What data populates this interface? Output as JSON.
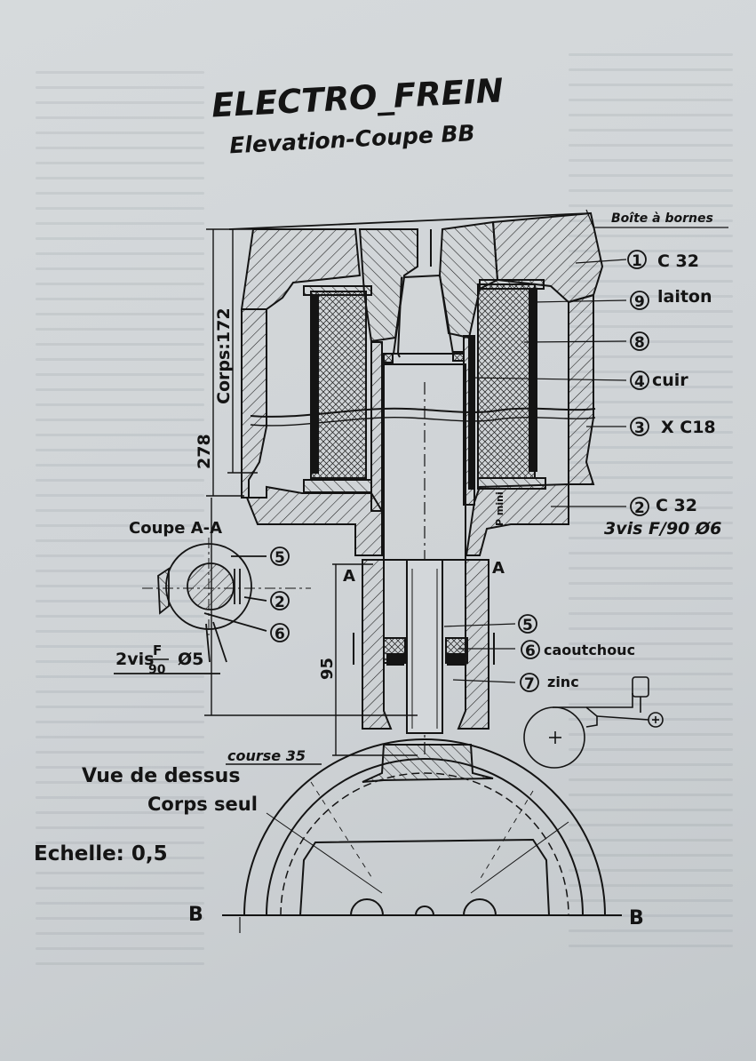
{
  "drawing": {
    "title": "ELECTRO_FREIN",
    "subtitle": "Elevation-Coupe BB",
    "section_aa": "Coupe A-A",
    "top_view_line1": "Vue de dessus",
    "top_view_line2": "Corps seul",
    "scale": "Echelle: 0,5",
    "dimensions": {
      "total": "278",
      "body": "Corps:172",
      "lower": "95",
      "stroke": "course 35",
      "play": "P mini"
    },
    "section_marks": {
      "a_left": "A",
      "a_right": "A",
      "b_left": "B",
      "b_right": "B"
    },
    "callouts": [
      {
        "text": "Boîte à bornes"
      },
      {
        "num": "1",
        "text": "C 32"
      },
      {
        "num": "9",
        "text": "laiton"
      },
      {
        "num": "8",
        "text": ""
      },
      {
        "num": "4",
        "text": "cuir"
      },
      {
        "num": "3",
        "text": "X C18"
      },
      {
        "num": "2",
        "text": "C 32"
      },
      {
        "text": "3vis F/90 Ø6"
      },
      {
        "num": "5",
        "text": ""
      },
      {
        "num": "6",
        "text": "caoutchouc"
      },
      {
        "num": "7",
        "text": "zinc"
      }
    ],
    "section_callouts": [
      {
        "num": "5"
      },
      {
        "num": "2"
      },
      {
        "num": "6"
      }
    ],
    "screw_note": {
      "prefix": "2vis",
      "numerator": "F",
      "denominator": "90",
      "suffix": "Ø5"
    },
    "colors": {
      "ink": "#141414",
      "paper": "#d3d7da"
    }
  }
}
